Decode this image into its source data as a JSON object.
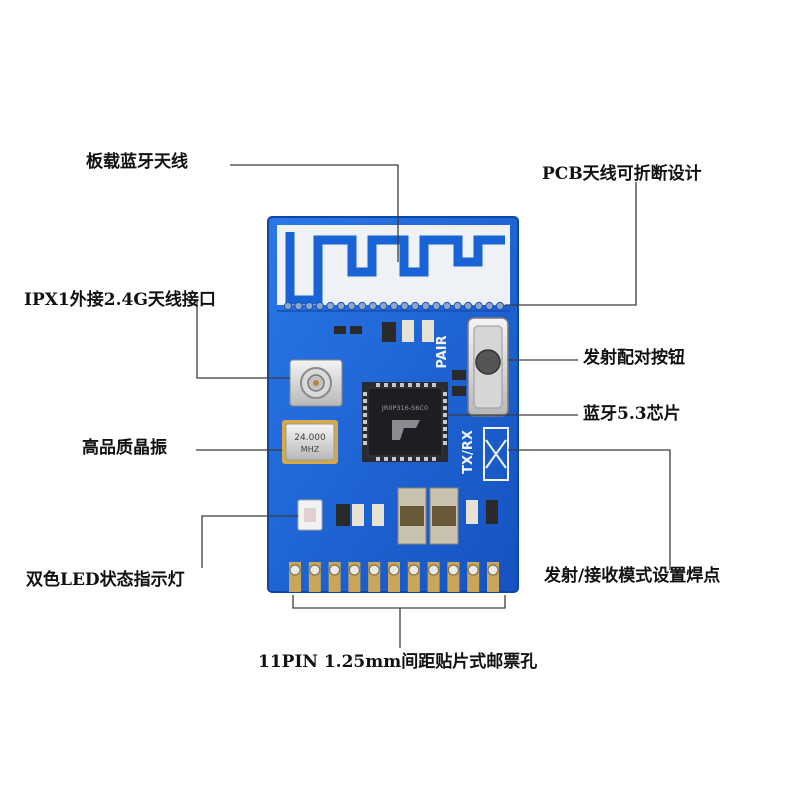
{
  "callouts": {
    "onboard_antenna": "板载蓝牙天线",
    "pcb_antenna_breakable": "PCB天线可折断设计",
    "ipx1_connector": "IPX1外接2.4G天线接口",
    "pair_button": "发射配对按钮",
    "bt_chip": "蓝牙5.3芯片",
    "crystal": "高品质晶振",
    "tx_rx_pads": "发射/接收模式设置焊点",
    "status_led": "双色LED状态指示灯",
    "pins": "11PIN 1.25mm间距贴片式邮票孔"
  },
  "board_marks": {
    "pair": "PAIR",
    "txrx": "TX/RX",
    "crystal_freq": "24.000",
    "crystal_unit": "MHZ",
    "chip_code": "JR0P316-S6C0"
  },
  "colors": {
    "pcb_blue": "#1a63d6",
    "pcb_border": "#0f47a8",
    "antenna_white": "#eef1f6",
    "leader_line": "#3c3c3c",
    "chip_black": "#1e1e22",
    "pad_gold": "#c9a65a"
  },
  "icons": [
    "chip-icon",
    "crystal-icon",
    "button-icon",
    "led-icon",
    "ipx-connector-icon"
  ]
}
